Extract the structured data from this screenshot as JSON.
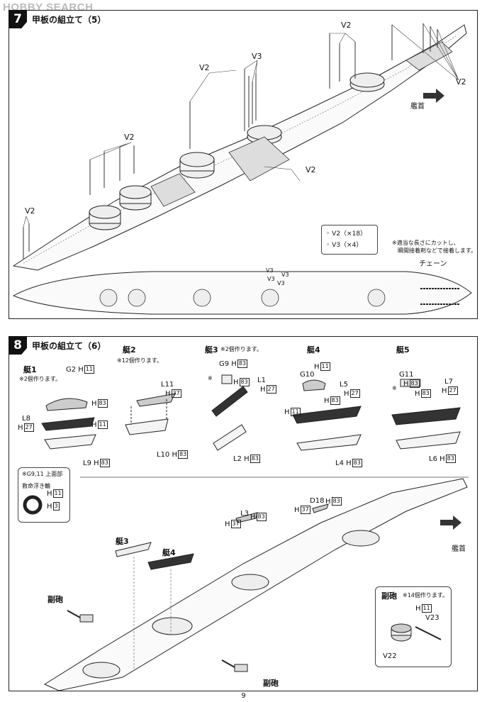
{
  "watermark": "HOBBY SEARCH",
  "step7": {
    "number": "7",
    "title": "甲板の組立て（5）",
    "labels": {
      "v2_a": "V2",
      "v3_a": "V3",
      "v2_b": "V2",
      "v2_c": "V2",
      "v2_d": "V2",
      "v2_e": "V2",
      "v2_f": "V2"
    },
    "bow_label": "艦首",
    "legend": {
      "v2": "V2（×18）",
      "v3": "V3（×4）"
    },
    "note_line1": "※適当な長さにカットし、",
    "note_line2": "瞬間接着剤などで接着します。",
    "chain_label": "チェーン",
    "plan_labels": {
      "v3a": "V3",
      "v3b": "V3",
      "v3c": "V3",
      "v3d": "V3"
    }
  },
  "step8": {
    "number": "8",
    "title": "甲板の組立て（6）",
    "boat1": {
      "title": "艇1",
      "note": "※2個作ります。",
      "g2": "G2",
      "h11a": "11",
      "h83a": "83",
      "l8": "L8",
      "h27": "27",
      "h11b": "11",
      "l9": "L9",
      "h83b": "83"
    },
    "boat2": {
      "title": "艇2",
      "note": "※12個作ります。",
      "l11": "L11",
      "h37": "37",
      "l10": "L10",
      "h83": "83"
    },
    "boat3": {
      "title": "艇3",
      "note": "※2個作ります。",
      "g9": "G9",
      "h83a": "83",
      "h83b": "83",
      "l1": "L1",
      "h27": "27",
      "l2": "L2",
      "h83c": "83",
      "mark": "※"
    },
    "boat4": {
      "title": "艇4",
      "h11a": "11",
      "g10": "G10",
      "l5": "L5",
      "h27": "27",
      "h11b": "11",
      "h83": "83",
      "l4": "L4",
      "h83b": "83"
    },
    "boat5": {
      "title": "艇5",
      "g11": "G11",
      "h83a": "83",
      "l7": "L7",
      "h27": "27",
      "h83b": "83",
      "l6": "L6",
      "h83c": "83",
      "mark": "※"
    },
    "floatbox": {
      "title": "※G9,11 上面部",
      "subtitle": "救命浮き輪",
      "h11": "11",
      "h3": "3"
    },
    "main_labels": {
      "l3": "L3",
      "h37a": "37",
      "h83a": "83",
      "d18": "D18",
      "h37b": "37",
      "h83b": "83",
      "boat3": "艇3",
      "boat4": "艇4",
      "secondary_a": "副砲",
      "secondary_b": "副砲"
    },
    "bow_label": "艦首",
    "gunbox": {
      "title": "副砲",
      "note": "※14個作ります。",
      "h11": "11",
      "v23": "V23",
      "v22": "V22"
    }
  },
  "page_number": "9"
}
